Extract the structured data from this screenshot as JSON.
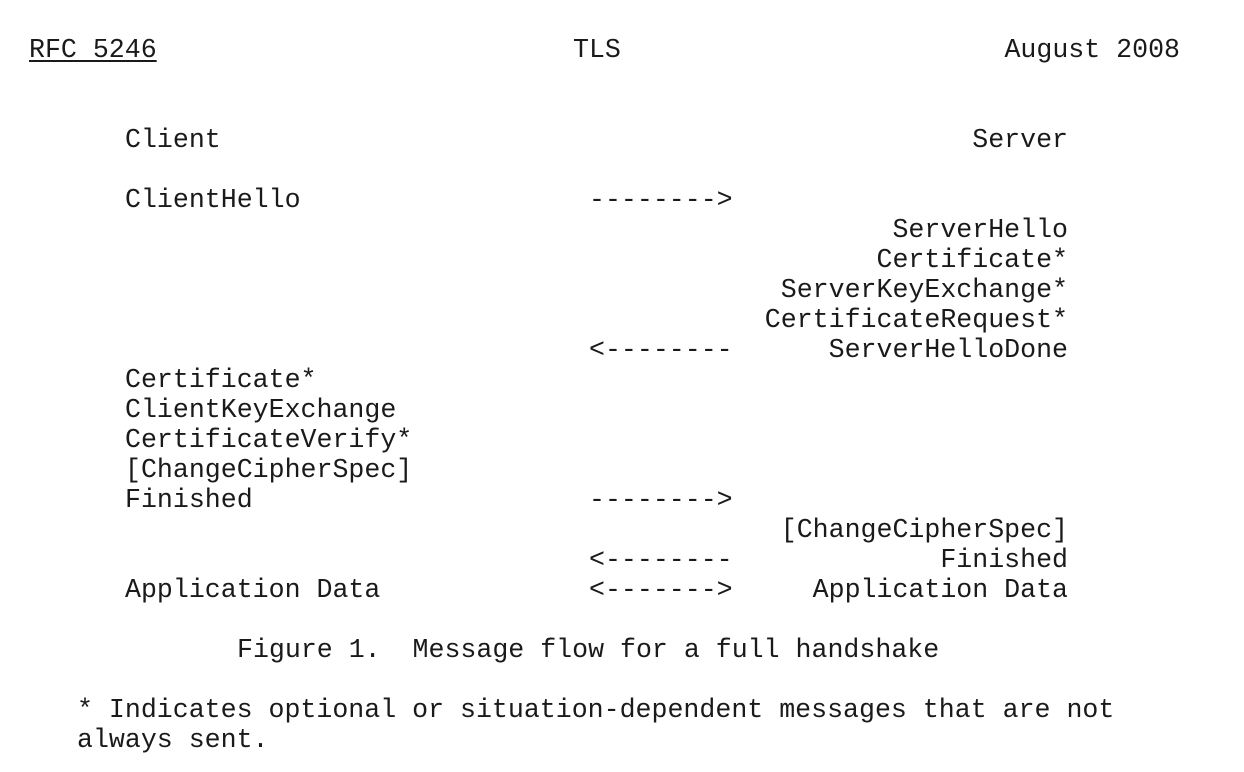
{
  "header": {
    "left": "RFC 5246",
    "center": "TLS",
    "right": "August 2008"
  },
  "diagram": {
    "rows": [
      {
        "client": "Client",
        "arrow": "",
        "server": "Server"
      },
      {
        "client": "",
        "arrow": "",
        "server": ""
      },
      {
        "client": "ClientHello",
        "arrow": "-------->",
        "server": ""
      },
      {
        "client": "",
        "arrow": "",
        "server": "ServerHello"
      },
      {
        "client": "",
        "arrow": "",
        "server": "Certificate*"
      },
      {
        "client": "",
        "arrow": "",
        "server": "ServerKeyExchange*"
      },
      {
        "client": "",
        "arrow": "",
        "server": "CertificateRequest*"
      },
      {
        "client": "",
        "arrow": "<--------",
        "server": "ServerHelloDone"
      },
      {
        "client": "Certificate*",
        "arrow": "",
        "server": ""
      },
      {
        "client": "ClientKeyExchange",
        "arrow": "",
        "server": ""
      },
      {
        "client": "CertificateVerify*",
        "arrow": "",
        "server": ""
      },
      {
        "client": "[ChangeCipherSpec]",
        "arrow": "",
        "server": ""
      },
      {
        "client": "Finished",
        "arrow": "-------->",
        "server": ""
      },
      {
        "client": "",
        "arrow": "",
        "server": "[ChangeCipherSpec]"
      },
      {
        "client": "",
        "arrow": "<--------",
        "server": "Finished"
      },
      {
        "client": "Application Data",
        "arrow": "<------->",
        "server": "Application Data"
      }
    ]
  },
  "caption": "Figure 1.  Message flow for a full handshake",
  "footnote": "* Indicates optional or situation-dependent messages that are not\nalways sent."
}
